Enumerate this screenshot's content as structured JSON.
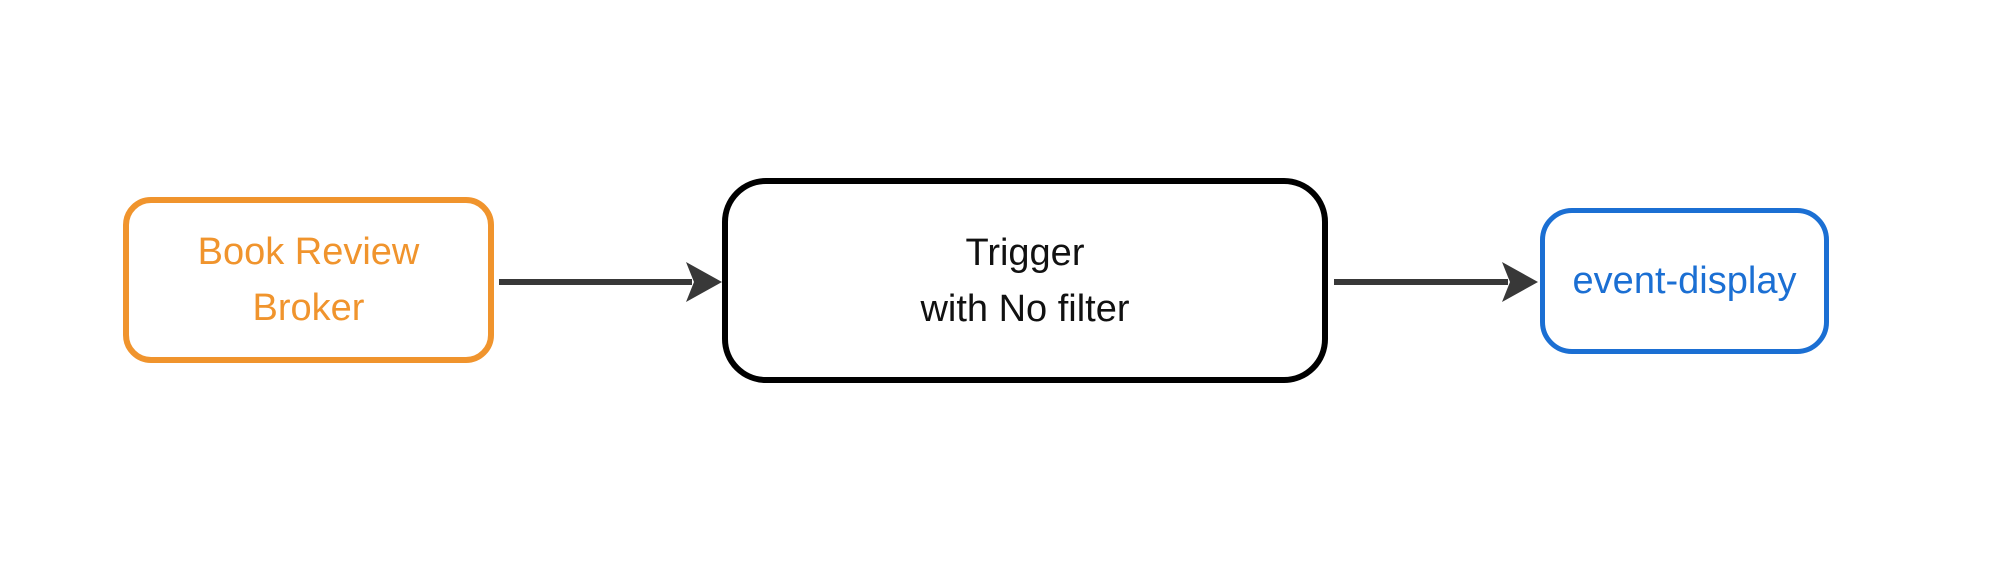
{
  "diagram": {
    "type": "flowchart",
    "direction": "left-to-right",
    "background_color": "#ffffff",
    "edge_color": "#383838",
    "nodes": [
      {
        "id": "broker",
        "label": "Book Review Broker",
        "line1": "Book Review",
        "line2": "Broker",
        "border_color": "#f0942d",
        "text_color": "#f0942d",
        "fill_color": "#ffffff"
      },
      {
        "id": "trigger",
        "label": "Trigger with No filter",
        "line1": "Trigger",
        "line2": "with No filter",
        "border_color": "#000000",
        "text_color": "#111111",
        "fill_color": "#ffffff"
      },
      {
        "id": "event_display",
        "label": "event-display",
        "line1": "event-display",
        "border_color": "#1b6fd3",
        "text_color": "#1b6fd3",
        "fill_color": "#ffffff"
      }
    ],
    "edges": [
      {
        "from": "broker",
        "to": "trigger",
        "style": "solid-arrow"
      },
      {
        "from": "trigger",
        "to": "event_display",
        "style": "solid-arrow"
      }
    ]
  }
}
